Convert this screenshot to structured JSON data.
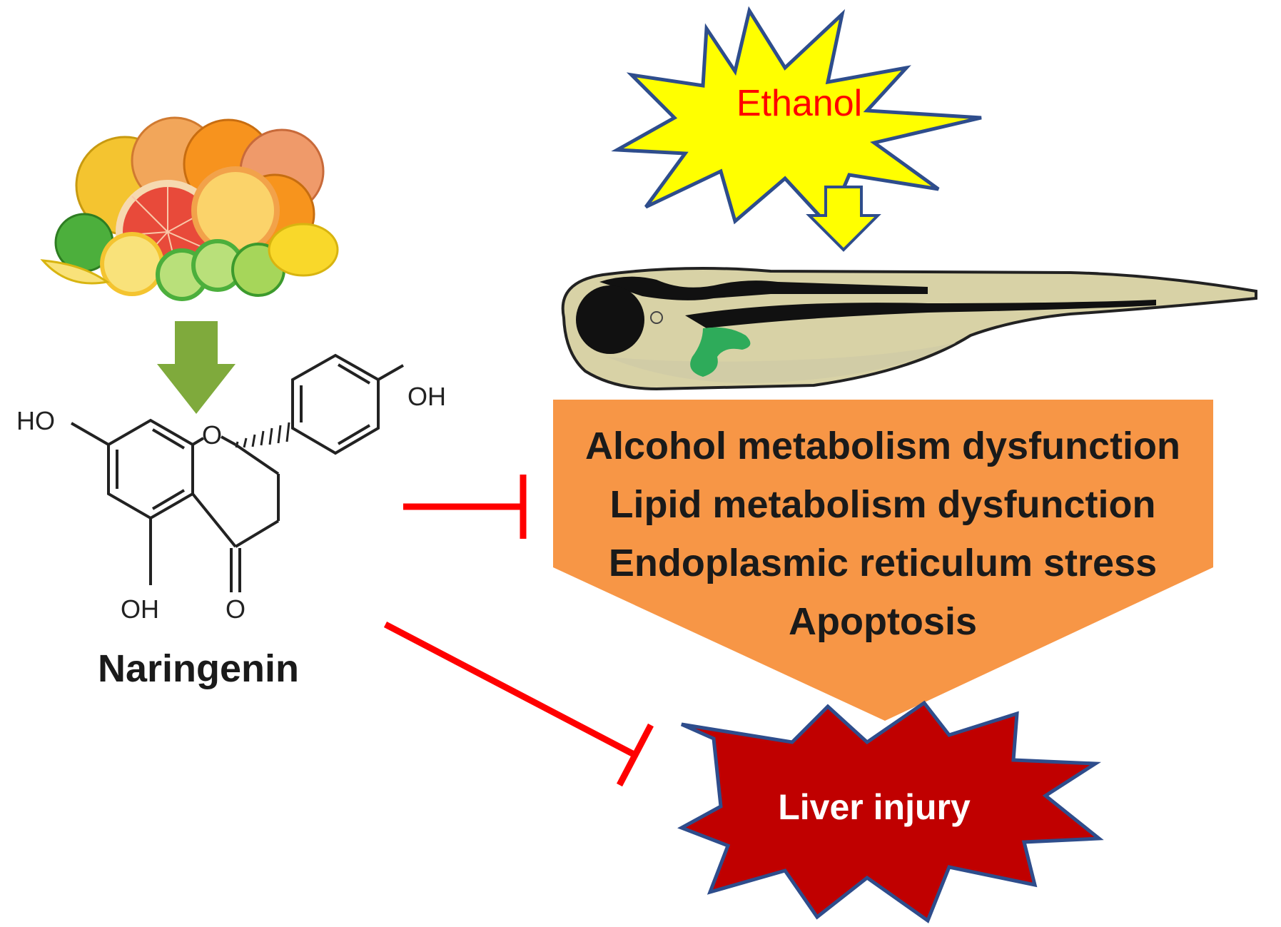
{
  "diagram": {
    "trigger": {
      "label": "Ethanol",
      "text_color": "#ff0000",
      "fill": "#ffff00",
      "stroke": "#2e4d8c"
    },
    "compound": {
      "name": "Naringenin",
      "structure_labels": {
        "ho_left": "HO",
        "oh_top": "OH",
        "ring_oxygen": "O",
        "oh_bottom": "OH",
        "carbonyl": "O"
      }
    },
    "effects": {
      "fill": "#f79646",
      "items": [
        "Alcohol metabolism dysfunction",
        "Lipid metabolism dysfunction",
        "Endoplasmic reticulum stress",
        "Apoptosis"
      ]
    },
    "outcome": {
      "label": "Liver injury",
      "fill": "#c00000",
      "stroke": "#2e4d8c",
      "text_color": "#ffffff"
    },
    "arrows": {
      "citrus_to_compound": {
        "color": "#7faa3c",
        "type": "block-arrow"
      },
      "ethanol_to_zebrafish": {
        "color": "#ffff00",
        "stroke": "#2e4d8c",
        "type": "block-arrow"
      },
      "inhibition": {
        "color": "#ff0000",
        "type": "inhibition-bar"
      }
    },
    "icons": {
      "fruit": "citrus-fruits-image",
      "organism": "zebrafish-larva-image",
      "liver": "liver-highlight"
    }
  }
}
